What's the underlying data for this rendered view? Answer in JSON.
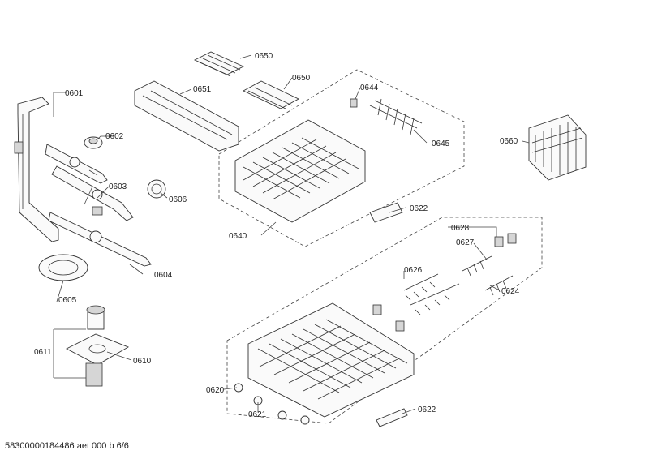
{
  "labels": {
    "p0601": "0601",
    "p0602": "0602",
    "p0603": "0603",
    "p0604": "0604",
    "p0605": "0605",
    "p0606": "0606",
    "p0610": "0610",
    "p0611": "0611",
    "p0620": "0620",
    "p0621": "0621",
    "p0622a": "0622",
    "p0622b": "0622",
    "p0624": "0624",
    "p0626": "0626",
    "p0627": "0627",
    "p0628": "0628",
    "p0640": "0640",
    "p0644": "0644",
    "p0645": "0645",
    "p0650a": "0650",
    "p0650b": "0650",
    "p0651": "0651",
    "p0660": "0660"
  },
  "footer": "58300000184486 aet 000 b 6/6"
}
